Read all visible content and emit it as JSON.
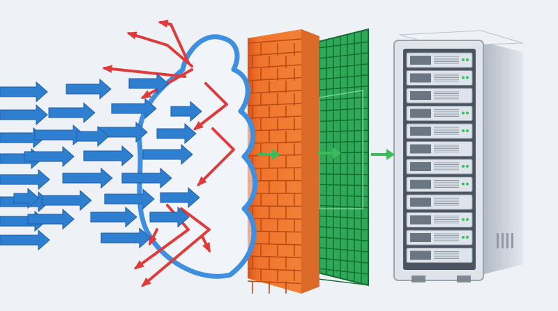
{
  "colors": {
    "background": "#eef2f7",
    "traffic_arrow": "#2f7fd1",
    "blocked_arrow": "#e03a3a",
    "passed_arrow": "#3dbb5a",
    "cloud_stroke": "#3f8fe0",
    "brick": "#f0742c",
    "mortar": "#c9561a",
    "filter_grid": "#1f9e4a",
    "server_body": "#d7dde4",
    "server_front": "#4b5561"
  },
  "icons": {
    "incoming": "arrow-right-icon",
    "blocked": "arrow-bounce-icon",
    "passed": "arrow-right-icon",
    "cloud": "cloud-icon",
    "firewall": "brick-wall-icon",
    "filter": "grid-filter-icon",
    "server": "server-rack-icon"
  },
  "diagram": {
    "incoming_arrow_count": 30,
    "blocked_arrow_count": 10,
    "passed_arrow_count": 3,
    "server_unit_count": 12
  }
}
